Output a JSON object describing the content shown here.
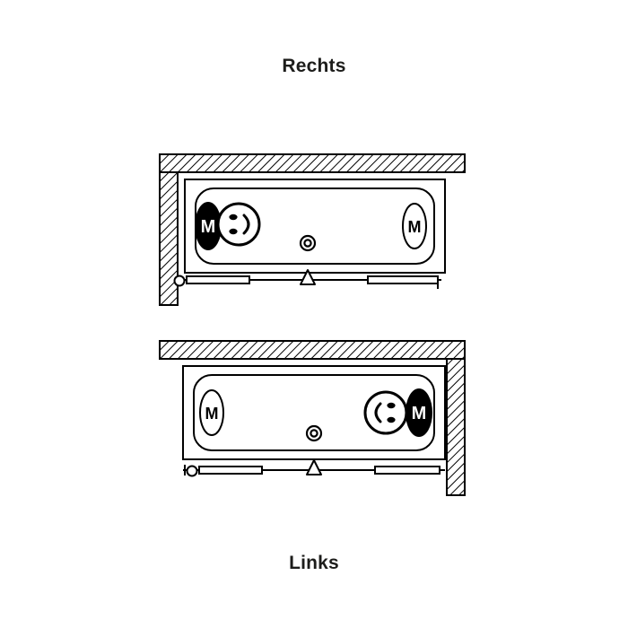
{
  "titles": {
    "top": "Rechts",
    "bottom": "Links"
  },
  "markers": {
    "top_left": "M",
    "top_right": "M",
    "bottom_left": "M",
    "bottom_right": "M"
  },
  "colors": {
    "line": "#000000",
    "background": "#ffffff",
    "text": "#1d1d1b"
  }
}
